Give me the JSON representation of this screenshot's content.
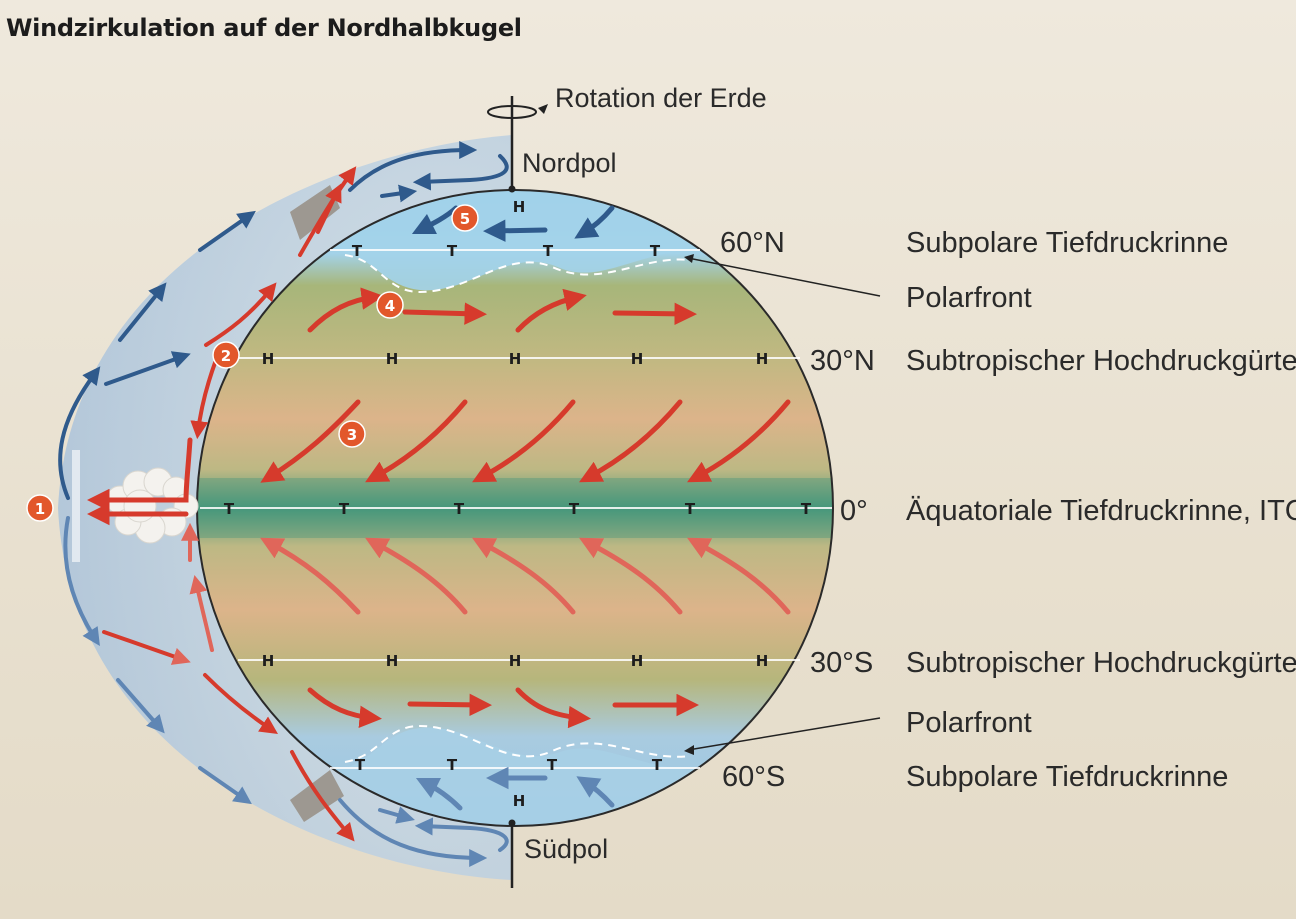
{
  "title": "Windzirkulation auf der Nordhalbkugel",
  "labels": {
    "rotation": "Rotation der Erde",
    "north_pole": "Nordpol",
    "south_pole": "Südpol",
    "lat_60n": "60°N",
    "lat_30n": "30°N",
    "lat_0": "0°",
    "lat_30s": "30°S",
    "lat_60s": "60°S",
    "zone_60n": "Subpolare Tiefdruckrinne",
    "front_n": "Polarfront",
    "zone_30n": "Subtropischer Hochdruckgürtel",
    "zone_0": "Äquatoriale Tiefdruckrinne, ITC",
    "zone_30s": "Subtropischer Hochdruckgürtel",
    "front_s": "Polarfront",
    "zone_60s": "Subpolare Tiefdruckrinne"
  },
  "pressure": {
    "high": "H",
    "low": "T"
  },
  "badges": [
    "1",
    "2",
    "3",
    "4",
    "5"
  ],
  "colors": {
    "warm_arrow": "#d63a2c",
    "cold_arrow": "#2f5a8c",
    "badge": "#e2572b",
    "polar": "#9fcde6",
    "temperate": "#a9b77a",
    "subtropic": "#d9b689",
    "equator": "#4e9a7c",
    "atmosphere": "#b8cde0"
  }
}
